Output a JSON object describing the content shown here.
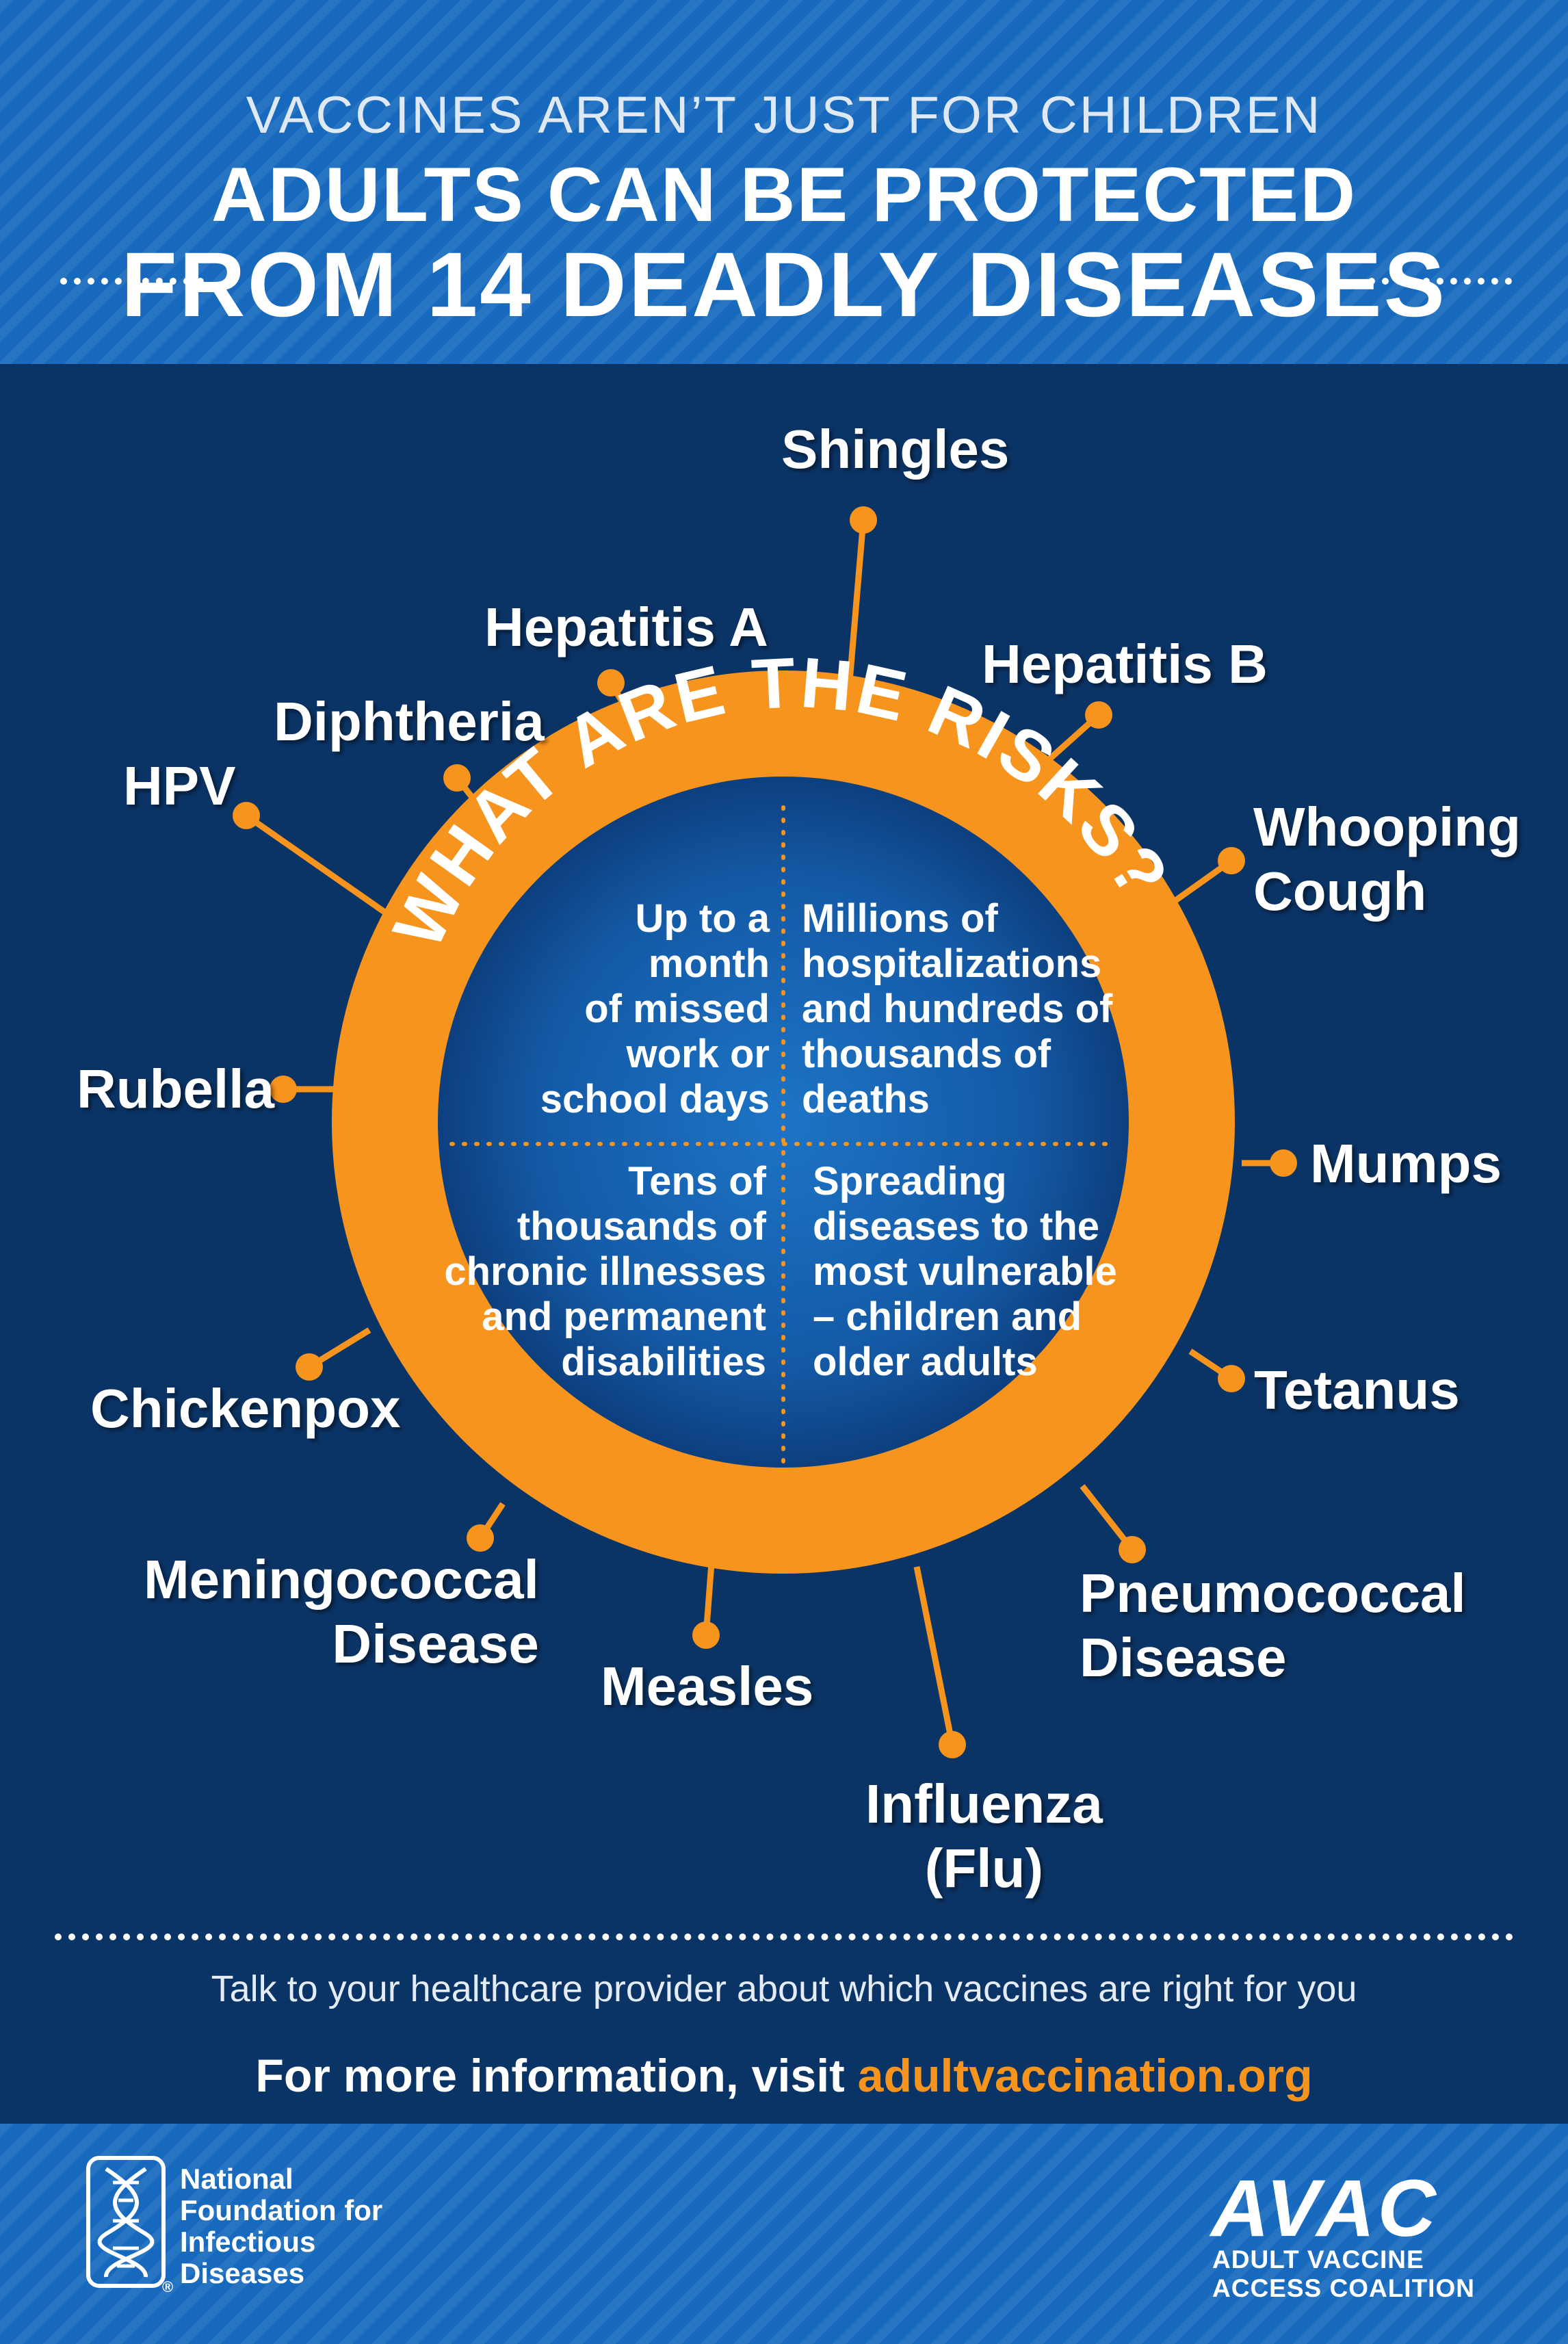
{
  "header": {
    "line1": "VACCINES AREN’T JUST FOR CHILDREN",
    "line2": "ADULTS CAN BE PROTECTED",
    "line3": "FROM 14 DEADLY DISEASES"
  },
  "wheel": {
    "title": "WHAT ARE THE RISKS?",
    "quadrants": {
      "top_left": [
        "Up to a",
        "month",
        "of missed",
        "work or",
        "school days"
      ],
      "top_right": [
        "Millions of",
        "hospitalizations",
        "and hundreds of",
        "thousands of",
        "deaths"
      ],
      "bottom_left": [
        "Tens of",
        "thousands of",
        "chronic illnesses",
        "and permanent",
        "disabilities"
      ],
      "bottom_right": [
        "Spreading",
        "diseases to the",
        "most vulnerable",
        "– children and",
        "older adults"
      ]
    }
  },
  "diseases": [
    {
      "name": [
        "Shingles"
      ]
    },
    {
      "name": [
        "Hepatitis B"
      ]
    },
    {
      "name": [
        "Whooping",
        "Cough"
      ]
    },
    {
      "name": [
        "Mumps"
      ]
    },
    {
      "name": [
        "Tetanus"
      ]
    },
    {
      "name": [
        "Pneumococcal",
        "Disease"
      ]
    },
    {
      "name": [
        "Influenza",
        "(Flu)"
      ]
    },
    {
      "name": [
        "Measles"
      ]
    },
    {
      "name": [
        "Meningococcal",
        "Disease"
      ]
    },
    {
      "name": [
        "Chickenpox"
      ]
    },
    {
      "name": [
        "Rubella"
      ]
    },
    {
      "name": [
        "HPV"
      ]
    },
    {
      "name": [
        "Diphtheria"
      ]
    },
    {
      "name": [
        "Hepatitis A"
      ]
    }
  ],
  "footer": {
    "talk": "Talk to your healthcare provider about which vaccines are right for you",
    "more_prefix": "For more information, visit ",
    "more_url": "adultvaccination.org",
    "nfid_lines": [
      "National",
      "Foundation for",
      "Infectious",
      "Diseases"
    ],
    "nfid_reg": "®",
    "avac_mark": "AVAC",
    "avac_lines": [
      "ADULT VACCINE",
      "ACCESS COALITION"
    ]
  },
  "colors": {
    "navy": "#0b3466",
    "blue": "#1769bd",
    "orange": "#f7941d",
    "white": "#ffffff"
  }
}
